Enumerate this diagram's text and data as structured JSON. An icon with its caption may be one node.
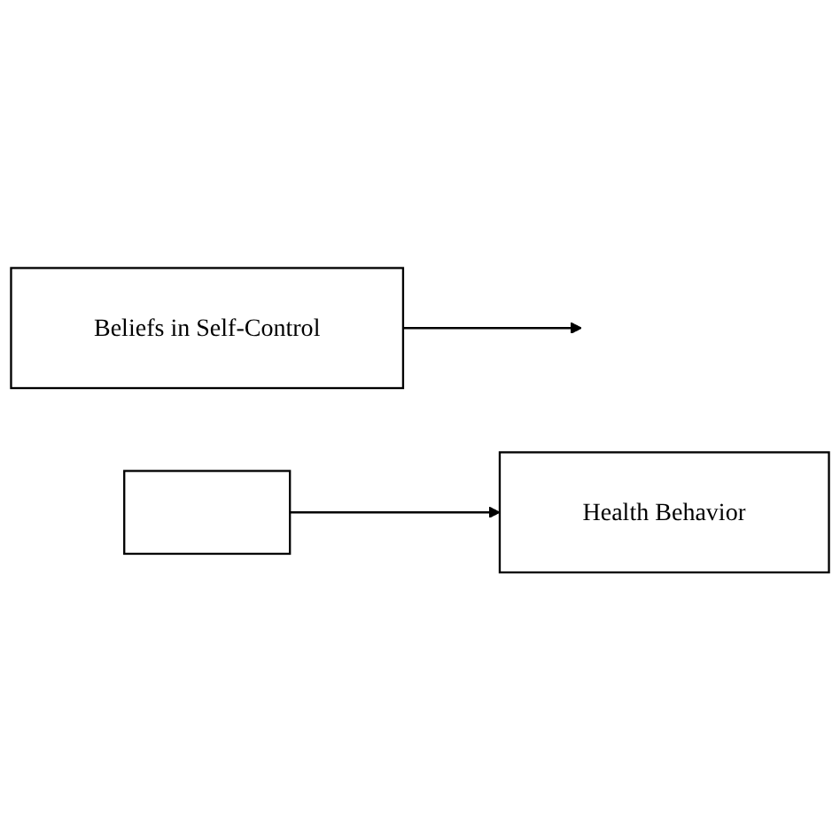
{
  "diagram": {
    "nodes": [
      {
        "text": [
          "Beliefs in Self-Control"
        ]
      },
      {
        "text": [],
        "shape": "box"
      },
      {
        "text": [
          "Health Behavior"
        ]
      }
    ],
    "edges": [
      {
        "from": 1,
        "to": 2,
        "arrow": "to"
      },
      {
        "from": 0,
        "to": null,
        "arrow": "to"
      }
    ]
  }
}
